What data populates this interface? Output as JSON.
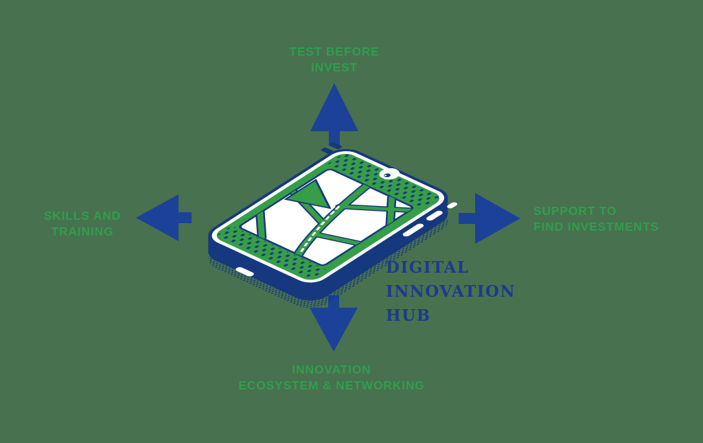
{
  "diagram": {
    "title_lines": [
      "DIGITAL",
      "INNOVATION",
      "HUB"
    ],
    "center_icon": "smartphone-map-illustration",
    "colors": {
      "background": "#48714F",
      "label_green": "#2F9E4D",
      "phone_green": "#379E48",
      "navy": "#16387E",
      "arrow_navy": "#1C4199",
      "white": "#FFFFFF"
    },
    "spokes": {
      "top": {
        "direction": "up",
        "line1": "TEST BEFORE",
        "line2": "INVEST"
      },
      "left": {
        "direction": "left",
        "line1": "SKILLS AND",
        "line2": "TRAINING"
      },
      "right": {
        "direction": "right",
        "line1": "SUPPORT TO",
        "line2": "FIND INVESTMENTS"
      },
      "bottom": {
        "direction": "down",
        "line1": "INNOVATION",
        "line2": "ECOSYSTEM & NETWORKING"
      }
    }
  }
}
